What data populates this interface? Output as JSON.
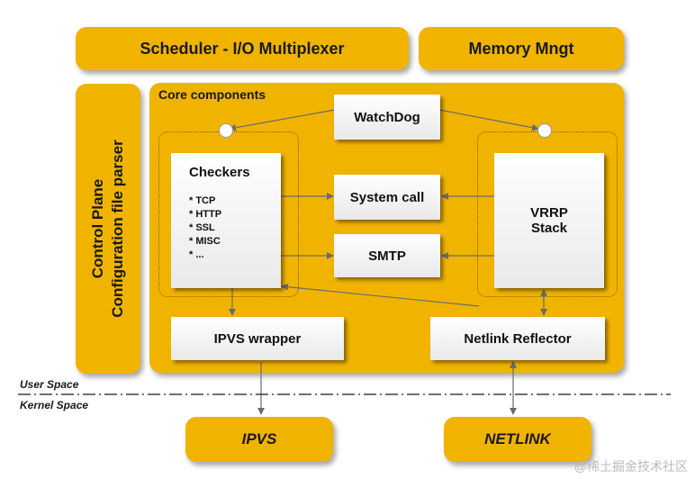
{
  "diagram": {
    "scheduler": "Scheduler - I/O Multiplexer",
    "memory": "Memory Mngt",
    "control_plane_line1": "Control Plane",
    "control_plane_line2": "Configuration file parser",
    "core_components": "Core components",
    "watchdog": "WatchDog",
    "checkers": {
      "title": "Checkers",
      "items": [
        "* TCP",
        "* HTTP",
        "* SSL",
        "* MISC",
        "* ..."
      ]
    },
    "system_call": "System call",
    "smtp": "SMTP",
    "vrrp_line1": "VRRP",
    "vrrp_line2": "Stack",
    "ipvs_wrapper": "IPVS wrapper",
    "netlink_reflector": "Netlink Reflector",
    "user_space": "User Space",
    "kernel_space": "Kernel Space",
    "ipvs": "IPVS",
    "netlink": "NETLINK"
  },
  "watermark": "@稀土掘金技术社区",
  "colors": {
    "gold": "#f0b400",
    "box": "#ffffff",
    "line": "#6b6b6b"
  }
}
